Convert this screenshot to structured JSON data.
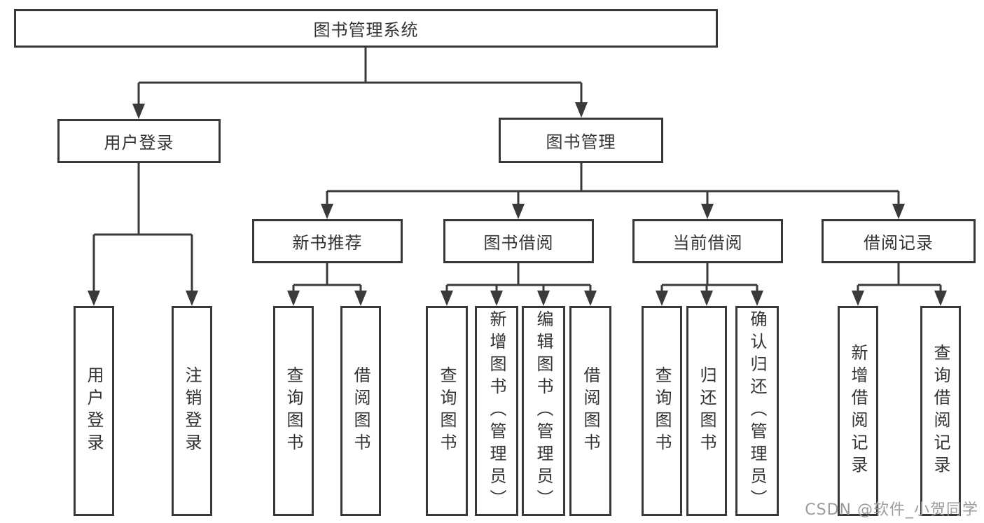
{
  "diagram": {
    "root": {
      "label": "图书管理系统"
    },
    "branches": [
      {
        "label": "用户登录",
        "children": [
          {
            "label": "用户登录"
          },
          {
            "label": "注销登录"
          }
        ]
      },
      {
        "label": "图书管理",
        "children": [
          {
            "label": "新书推荐",
            "children": [
              {
                "label": "查询图书"
              },
              {
                "label": "借阅图书"
              }
            ]
          },
          {
            "label": "图书借阅",
            "children": [
              {
                "label": "查询图书"
              },
              {
                "label": "新增图书（管理员）"
              },
              {
                "label": "编辑图书（管理员）"
              },
              {
                "label": "借阅图书"
              }
            ]
          },
          {
            "label": "当前借阅",
            "children": [
              {
                "label": "查询图书"
              },
              {
                "label": "归还图书"
              },
              {
                "label": "确认归还（管理员）"
              }
            ]
          },
          {
            "label": "借阅记录",
            "children": [
              {
                "label": "新增借阅记录"
              },
              {
                "label": "查询借阅记录"
              }
            ]
          }
        ]
      }
    ]
  },
  "watermark": {
    "text": "CSDN @软件_小贺同学"
  },
  "colors": {
    "line": "#3a3a3a",
    "box_border": "#383838",
    "text": "#333333",
    "background": "#ffffff",
    "watermark": "#9c9c9c"
  }
}
